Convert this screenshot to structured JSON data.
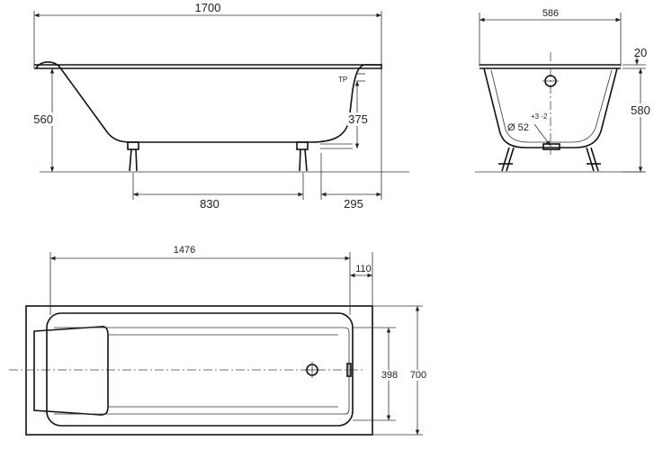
{
  "side_view": {
    "length": "1700",
    "height": "560",
    "leg_spacing": "830",
    "leg_offset": "295",
    "overflow_height": "375",
    "overflow_marker": "TP"
  },
  "end_view": {
    "width": "586",
    "height": "580",
    "rim": "20",
    "drain_diameter": "Ø 52",
    "drain_tolerance": "+3 -2"
  },
  "top_view": {
    "inner_length": "1476",
    "end_offset": "110",
    "inner_width": "398",
    "outer_width": "700"
  }
}
